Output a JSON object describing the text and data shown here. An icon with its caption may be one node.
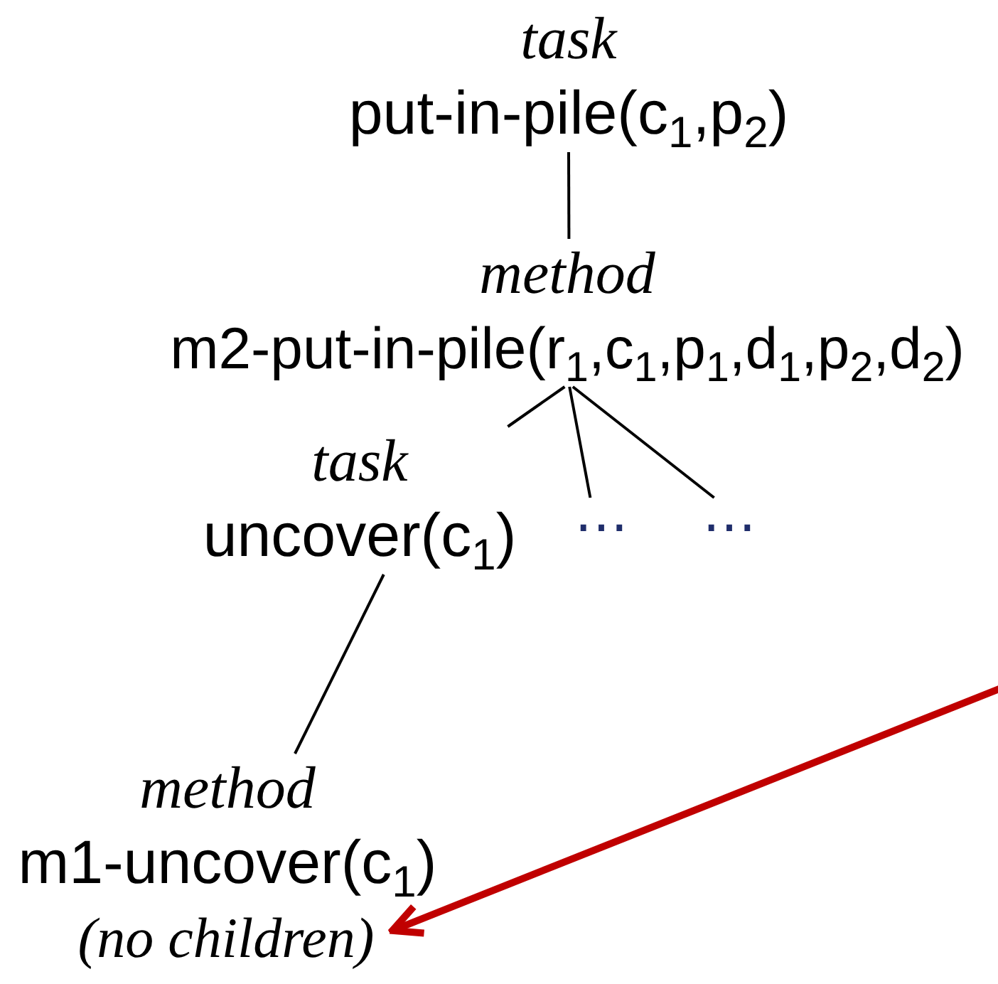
{
  "diagram": {
    "nodes": [
      {
        "text": [
          "task",
          "put-in-pile(c$_{1}$,p$_{2}$)"
        ]
      },
      {
        "text": [
          "method",
          "m2-put-in-pile(r$_{1}$,c$_{1}$,p$_{1}$,d$_{1}$,p$_{2}$,d$_{2}$)"
        ]
      },
      {
        "text": [
          "task",
          "uncover(c$_{1}$)"
        ]
      },
      {
        "text": [
          "⋯"
        ]
      },
      {
        "text": [
          "⋯"
        ]
      },
      {
        "text": [
          "method",
          "m1-uncover(c$_{1}$)"
        ]
      },
      {
        "text": [
          "(no children)"
        ]
      }
    ],
    "edges": [
      {
        "from": 0,
        "to": 1,
        "arrow": "none"
      },
      {
        "from": 1,
        "to": 2,
        "arrow": "none"
      },
      {
        "from": 1,
        "to": 3,
        "arrow": "none"
      },
      {
        "from": 1,
        "to": 4,
        "arrow": "none"
      },
      {
        "from": 2,
        "to": 5,
        "arrow": "none"
      },
      {
        "from": null,
        "to": 6,
        "arrow": "to",
        "style": "thick",
        "color": "#c00000"
      }
    ]
  }
}
